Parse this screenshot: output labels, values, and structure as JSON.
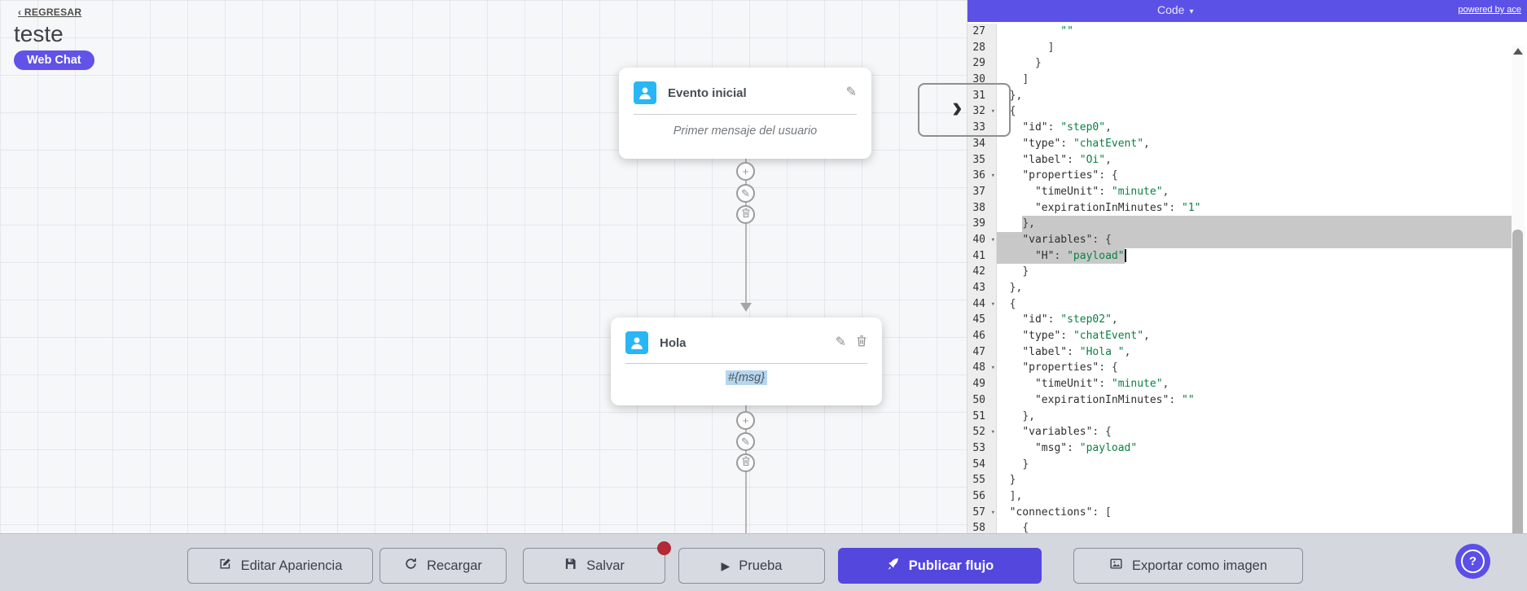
{
  "colors": {
    "accent_header": "#5c51e6",
    "accent_badge": "#6152e8",
    "accent_button": "#5347dd",
    "accent_help": "#5b4fe8",
    "string_green": "#0b8043",
    "selection_gray": "#c8c8c8",
    "unsaved_dot_red": "#b02a37"
  },
  "icons": {
    "back_chevron": "‹",
    "dropdown_caret": "▾",
    "fold_caret": "▾",
    "chevron_right": "›",
    "plus": "+",
    "pencil": "✎",
    "play": "▶"
  },
  "header": {
    "back": "‹ REGRESAR",
    "title": "teste",
    "badge": "Web Chat"
  },
  "flow": {
    "nodes": [
      {
        "title": "Evento inicial",
        "body": "Primer mensaje del usuario"
      },
      {
        "title": "Hola",
        "body": "#{msg}"
      }
    ]
  },
  "editor": {
    "title": "Code",
    "powered_by": "powered by ace",
    "lines": [
      {
        "n": 27,
        "ind": "          ",
        "parts": [
          [
            "s",
            "\"\""
          ]
        ]
      },
      {
        "n": 28,
        "ind": "        ",
        "parts": [
          [
            "p",
            "]"
          ]
        ]
      },
      {
        "n": 29,
        "ind": "      ",
        "parts": [
          [
            "p",
            "}"
          ]
        ]
      },
      {
        "n": 30,
        "ind": "    ",
        "parts": [
          [
            "p",
            "]"
          ]
        ]
      },
      {
        "n": 31,
        "ind": "  ",
        "parts": [
          [
            "p",
            "},"
          ]
        ]
      },
      {
        "n": 32,
        "ind": "  ",
        "parts": [
          [
            "p",
            "{"
          ]
        ],
        "fold": true
      },
      {
        "n": 33,
        "ind": "    ",
        "parts": [
          [
            "k",
            "\"id\""
          ],
          [
            "p",
            ": "
          ],
          [
            "s",
            "\"step0\""
          ],
          [
            "p",
            ","
          ]
        ]
      },
      {
        "n": 34,
        "ind": "    ",
        "parts": [
          [
            "k",
            "\"type\""
          ],
          [
            "p",
            ": "
          ],
          [
            "s",
            "\"chatEvent\""
          ],
          [
            "p",
            ","
          ]
        ]
      },
      {
        "n": 35,
        "ind": "    ",
        "parts": [
          [
            "k",
            "\"label\""
          ],
          [
            "p",
            ": "
          ],
          [
            "s",
            "\"Oi\""
          ],
          [
            "p",
            ","
          ]
        ]
      },
      {
        "n": 36,
        "ind": "    ",
        "parts": [
          [
            "k",
            "\"properties\""
          ],
          [
            "p",
            ": {"
          ]
        ],
        "fold": true
      },
      {
        "n": 37,
        "ind": "      ",
        "parts": [
          [
            "k",
            "\"timeUnit\""
          ],
          [
            "p",
            ": "
          ],
          [
            "s",
            "\"minute\""
          ],
          [
            "p",
            ","
          ]
        ]
      },
      {
        "n": 38,
        "ind": "      ",
        "parts": [
          [
            "k",
            "\"expirationInMinutes\""
          ],
          [
            "p",
            ": "
          ],
          [
            "s",
            "\"1\""
          ]
        ]
      },
      {
        "n": 39,
        "ind": "    ",
        "parts": [
          [
            "p",
            "},"
          ]
        ],
        "sel": "tail"
      },
      {
        "n": 40,
        "ind": "    ",
        "parts": [
          [
            "k",
            "\"variables\""
          ],
          [
            "p",
            ": {"
          ]
        ],
        "fold": true,
        "sel": "full"
      },
      {
        "n": 41,
        "ind": "      ",
        "parts": [
          [
            "k",
            "\"H\""
          ],
          [
            "p",
            ": "
          ],
          [
            "s",
            "\"payload\""
          ]
        ],
        "sel": "head",
        "cursor": true
      },
      {
        "n": 42,
        "ind": "    ",
        "parts": [
          [
            "p",
            "}"
          ]
        ]
      },
      {
        "n": 43,
        "ind": "  ",
        "parts": [
          [
            "p",
            "},"
          ]
        ]
      },
      {
        "n": 44,
        "ind": "  ",
        "parts": [
          [
            "p",
            "{"
          ]
        ],
        "fold": true
      },
      {
        "n": 45,
        "ind": "    ",
        "parts": [
          [
            "k",
            "\"id\""
          ],
          [
            "p",
            ": "
          ],
          [
            "s",
            "\"step02\""
          ],
          [
            "p",
            ","
          ]
        ]
      },
      {
        "n": 46,
        "ind": "    ",
        "parts": [
          [
            "k",
            "\"type\""
          ],
          [
            "p",
            ": "
          ],
          [
            "s",
            "\"chatEvent\""
          ],
          [
            "p",
            ","
          ]
        ]
      },
      {
        "n": 47,
        "ind": "    ",
        "parts": [
          [
            "k",
            "\"label\""
          ],
          [
            "p",
            ": "
          ],
          [
            "s",
            "\"Hola \""
          ],
          [
            "p",
            ","
          ]
        ]
      },
      {
        "n": 48,
        "ind": "    ",
        "parts": [
          [
            "k",
            "\"properties\""
          ],
          [
            "p",
            ": {"
          ]
        ],
        "fold": true
      },
      {
        "n": 49,
        "ind": "      ",
        "parts": [
          [
            "k",
            "\"timeUnit\""
          ],
          [
            "p",
            ": "
          ],
          [
            "s",
            "\"minute\""
          ],
          [
            "p",
            ","
          ]
        ]
      },
      {
        "n": 50,
        "ind": "      ",
        "parts": [
          [
            "k",
            "\"expirationInMinutes\""
          ],
          [
            "p",
            ": "
          ],
          [
            "s",
            "\"\""
          ]
        ]
      },
      {
        "n": 51,
        "ind": "    ",
        "parts": [
          [
            "p",
            "},"
          ]
        ]
      },
      {
        "n": 52,
        "ind": "    ",
        "parts": [
          [
            "k",
            "\"variables\""
          ],
          [
            "p",
            ": {"
          ]
        ],
        "fold": true
      },
      {
        "n": 53,
        "ind": "      ",
        "parts": [
          [
            "k",
            "\"msg\""
          ],
          [
            "p",
            ": "
          ],
          [
            "s",
            "\"payload\""
          ]
        ]
      },
      {
        "n": 54,
        "ind": "    ",
        "parts": [
          [
            "p",
            "}"
          ]
        ]
      },
      {
        "n": 55,
        "ind": "  ",
        "parts": [
          [
            "p",
            "}"
          ]
        ]
      },
      {
        "n": 56,
        "ind": "  ",
        "parts": [
          [
            "p",
            "],"
          ]
        ]
      },
      {
        "n": 57,
        "ind": "  ",
        "parts": [
          [
            "k",
            "\"connections\""
          ],
          [
            "p",
            ": ["
          ]
        ],
        "fold": true
      },
      {
        "n": 58,
        "ind": "    ",
        "parts": [
          [
            "p",
            "{"
          ]
        ]
      }
    ]
  },
  "toolbar": {
    "buttons": [
      {
        "label": "Editar Apariencia"
      },
      {
        "label": "Recargar"
      },
      {
        "label": "Salvar"
      },
      {
        "label": "Prueba"
      },
      {
        "label": "Publicar flujo"
      },
      {
        "label": "Exportar como imagen"
      }
    ]
  },
  "help": {
    "label": "?"
  }
}
